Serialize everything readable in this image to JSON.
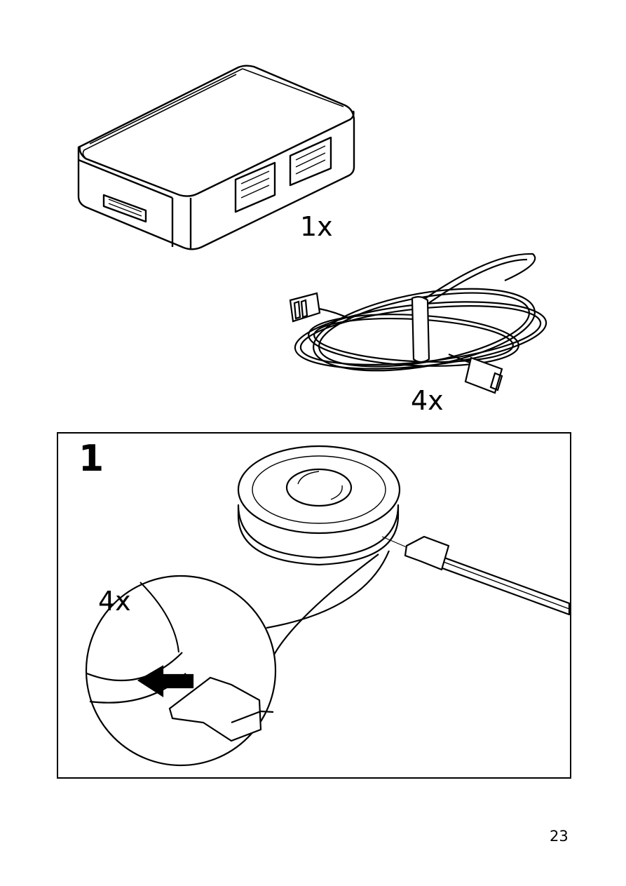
{
  "parts": {
    "hub_quantity": "1x",
    "cable_quantity": "4x"
  },
  "step": {
    "number": "1",
    "detail_quantity": "4x"
  },
  "page": {
    "number": "23"
  }
}
